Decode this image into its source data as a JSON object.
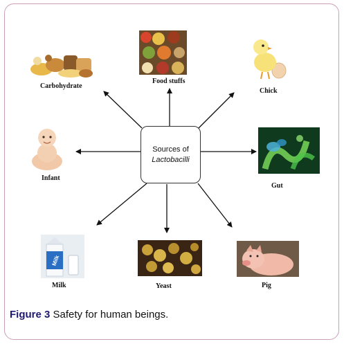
{
  "center": {
    "line1": "Sources of",
    "line2": "Lactobacilli"
  },
  "nodes": {
    "carbohydrate": "Carbohydrate",
    "food_stuffs": "Food stuffs",
    "chick": "Chick",
    "infant": "Infant",
    "gut": "Gut",
    "milk": "Milk",
    "yeast": "Yeast",
    "pig": "Pig"
  },
  "milk_carton_text": "Milk",
  "caption": {
    "label": "Figure 3",
    "text": " Safety for human beings."
  },
  "colors": {
    "frame_border": "#c8a0b8",
    "caption_label": "#1f1a6e"
  }
}
